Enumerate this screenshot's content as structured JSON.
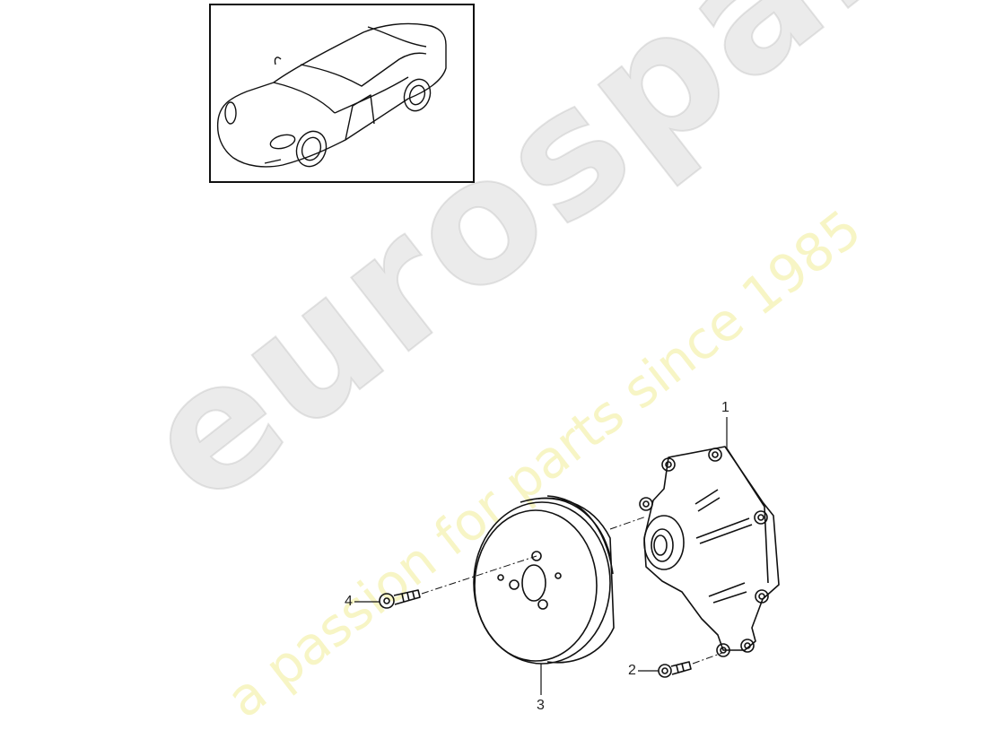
{
  "watermark": {
    "brand": "eurospares",
    "tagline": "a passion for parts since 1985"
  },
  "thumbnail": {
    "subject": "car-overview-illustration"
  },
  "callouts": [
    {
      "number": "1",
      "part": "water-pump"
    },
    {
      "number": "2",
      "part": "bolt"
    },
    {
      "number": "3",
      "part": "pulley"
    },
    {
      "number": "4",
      "part": "bolt"
    }
  ],
  "colors": {
    "line": "#111111",
    "watermark_gray": "#d2d2d2",
    "watermark_yellow": "#f0ec96"
  }
}
